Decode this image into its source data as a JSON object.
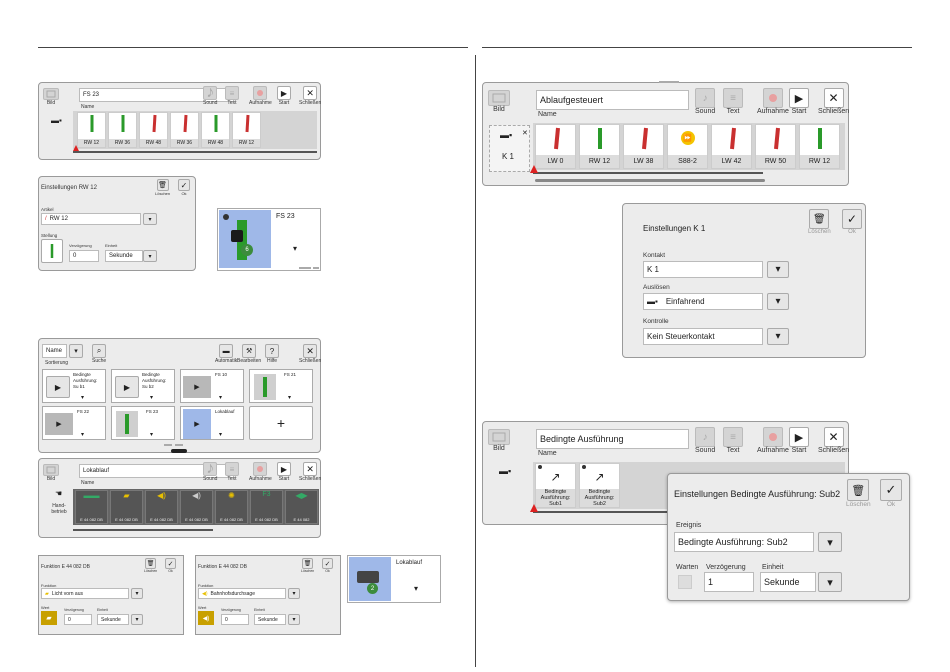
{
  "toolbar_labels": {
    "bild": "Bild",
    "name": "Name",
    "sound": "Sound",
    "text": "Text",
    "aufnahme": "Aufnahme",
    "start": "Start",
    "schliessen": "Schließen",
    "loeschen": "Löschen",
    "ok": "Ok",
    "sortierung": "Sortierung",
    "suche": "Suche",
    "automatik": "Automatik",
    "bearbeiten": "Bearbeiten",
    "hilfe": "Hilfe"
  },
  "left": {
    "fs23_editor": {
      "name": "FS 23",
      "steps": [
        "RW 12",
        "RW 36",
        "RW 48",
        "RW 36",
        "RW 48",
        "RW 12"
      ]
    },
    "settings_rw12": {
      "title": "Einstellungen RW 12",
      "artikel_label": "Artikel",
      "artikel_value": "RW 12",
      "stellung_label": "Stellung",
      "verzoegerung_label": "Verzögerung",
      "verzoegerung_value": "0",
      "einheit_label": "Einheit",
      "einheit_value": "Sekunde"
    },
    "fs23_tile": {
      "name": "FS 23",
      "badge": "6"
    },
    "list": {
      "sort_value": "Name",
      "tiles": [
        {
          "name": "Bedingte Ausführung: Su b1"
        },
        {
          "name": "Bedingte Ausführung: Su b2"
        },
        {
          "name": "FS 10"
        },
        {
          "name": "FS 21"
        },
        {
          "name": "FS 22"
        },
        {
          "name": "FS 23"
        },
        {
          "name": "Lokablauf"
        }
      ],
      "add": "+"
    },
    "lokablauf_editor": {
      "name": "Lokablauf",
      "hand_label": "Hand-betrieb",
      "steps": [
        "E 44 082 DB",
        "E 44 082 DB",
        "E 44 082 DB",
        "E 44 082 DB",
        "E 44 082 DB",
        "E 44 082 DB",
        "E 44 082"
      ],
      "f_label": "F3"
    },
    "funktion1": {
      "title": "Funktion E 44 082 DB",
      "funktion_label": "Funktion",
      "funktion_value": "Licht vorn aus",
      "wert_label": "Wert",
      "verzoegerung_label": "Verzögerung",
      "verzoegerung_value": "0",
      "einheit_label": "Einheit",
      "einheit_value": "Sekunde"
    },
    "funktion2": {
      "title": "Funktion E 44 082 DB",
      "funktion_label": "Funktion",
      "funktion_value": "Bahnhofsdurchsage",
      "wert_label": "Wert",
      "verzoegerung_label": "Verzögerung",
      "verzoegerung_value": "0",
      "einheit_label": "Einheit",
      "einheit_value": "Sekunde"
    },
    "lokablauf_tile": {
      "name": "Lokablauf",
      "badge": "2"
    }
  },
  "right": {
    "ablauf_editor": {
      "name": "Ablaufgesteuert",
      "contact": "K 1",
      "steps": [
        "LW 0",
        "RW 12",
        "LW 38",
        "S88-2",
        "LW 42",
        "RW 50",
        "RW 12"
      ]
    },
    "settings_k1": {
      "title": "Einstellungen K 1",
      "kontakt_label": "Kontakt",
      "kontakt_value": "K 1",
      "ausloesen_label": "Auslösen",
      "ausloesen_value": "Einfahrend",
      "kontrolle_label": "Kontrolle",
      "kontrolle_value": "Kein Steuerkontakt"
    },
    "bedingte_editor": {
      "name": "Bedingte Ausführung",
      "steps": [
        "Bedingte Ausführung: Sub1",
        "Bedingte Ausführung: Sub2"
      ]
    },
    "settings_sub2": {
      "title": "Einstellungen Bedingte Ausführung: Sub2",
      "ereignis_label": "Ereignis",
      "ereignis_value": "Bedingte Ausführung: Sub2",
      "warten_label": "Warten",
      "verzoegerung_label": "Verzögerung",
      "verzoegerung_value": "1",
      "einheit_label": "Einheit",
      "einheit_value": "Sekunde"
    }
  }
}
